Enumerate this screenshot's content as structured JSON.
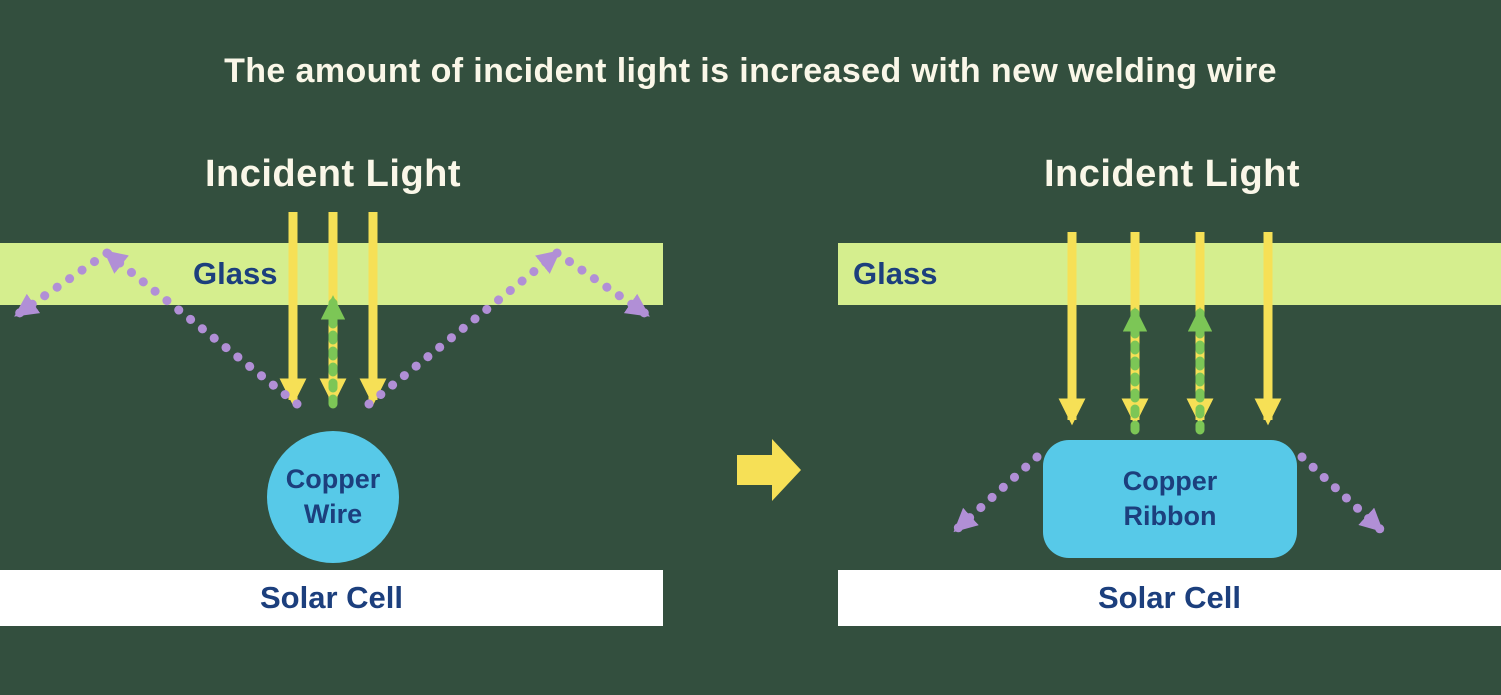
{
  "title": "The amount of incident light is increased with new welding wire",
  "colors": {
    "bg": "#334F3E",
    "cream": "#FAF7E8",
    "glass": "#D5EE8E",
    "navy": "#1C3F7D",
    "yellow": "#F6E056",
    "purple": "#B18FD6",
    "green": "#7CC656",
    "cyan": "#57C9E8",
    "white": "#FFFFFF"
  },
  "left_panel": {
    "heading": "Incident Light",
    "glass_label": "Glass",
    "conductor_label": "Copper Wire",
    "solar_cell_label": "Solar Cell"
  },
  "right_panel": {
    "heading": "Incident Light",
    "glass_label": "Glass",
    "conductor_label": "Copper Ribbon",
    "solar_cell_label": "Solar Cell"
  }
}
